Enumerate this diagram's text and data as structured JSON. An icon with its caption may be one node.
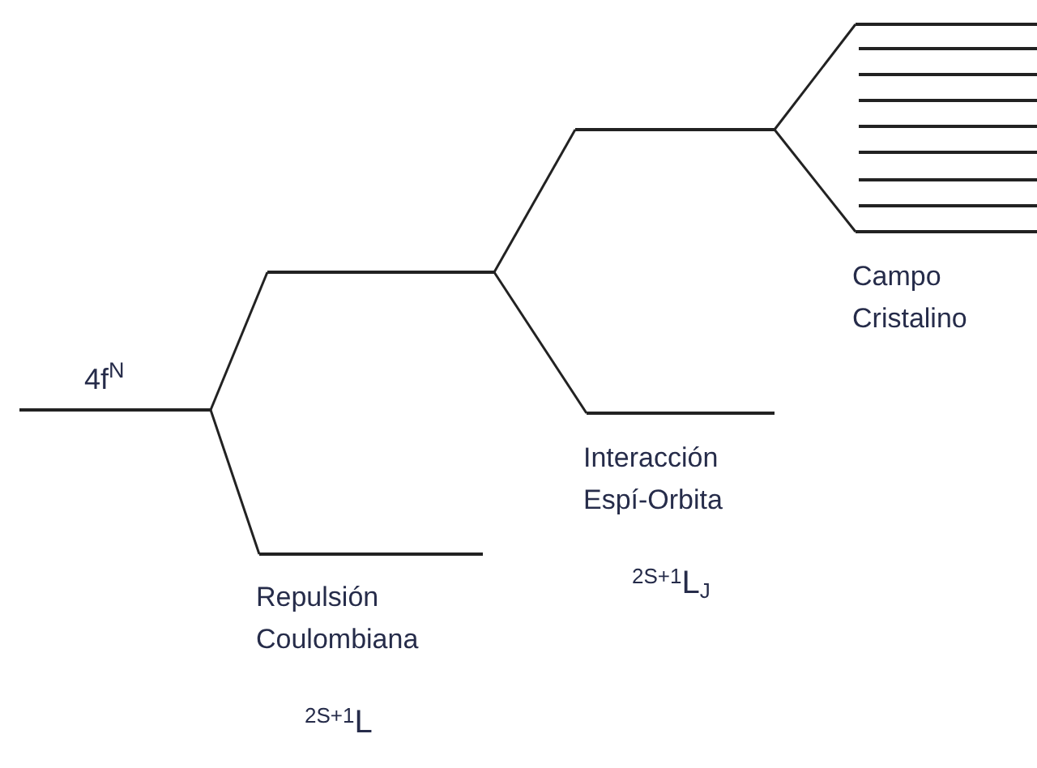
{
  "diagram": {
    "nodes": [
      {
        "text": [
          "4f$^{N}$"
        ]
      },
      {
        "text": [],
        "shape": "bar"
      },
      {
        "text": [],
        "shape": "bar",
        "beside": [
          "Repulsión Coulombiana",
          "$^{2S+1}$L"
        ]
      },
      {
        "text": [],
        "shape": "bar"
      },
      {
        "text": [],
        "shape": "bar",
        "beside": [
          "Interacción Espí-Orbita",
          "$^{2S+1}$L$_{J}$"
        ]
      },
      {
        "text": [],
        "shape": "bar"
      },
      {
        "text": [],
        "shape": "bar"
      },
      {
        "text": [],
        "shape": "bar"
      },
      {
        "text": [],
        "shape": "bar"
      },
      {
        "text": [],
        "shape": "bar"
      },
      {
        "text": [],
        "shape": "bar"
      },
      {
        "text": [],
        "shape": "bar"
      },
      {
        "text": [],
        "shape": "bar"
      },
      {
        "text": [],
        "shape": "bar",
        "beside": [
          "Campo Cristalino"
        ]
      }
    ],
    "edges": [
      {
        "from": 0,
        "to": 1,
        "arrow": "none"
      },
      {
        "from": 0,
        "to": 2,
        "arrow": "none"
      },
      {
        "from": 1,
        "to": 3,
        "arrow": "none"
      },
      {
        "from": 1,
        "to": 4,
        "arrow": "none"
      },
      {
        "from": 3,
        "to": 5,
        "arrow": "none"
      },
      {
        "from": 3,
        "to": 13,
        "arrow": "none"
      }
    ]
  }
}
